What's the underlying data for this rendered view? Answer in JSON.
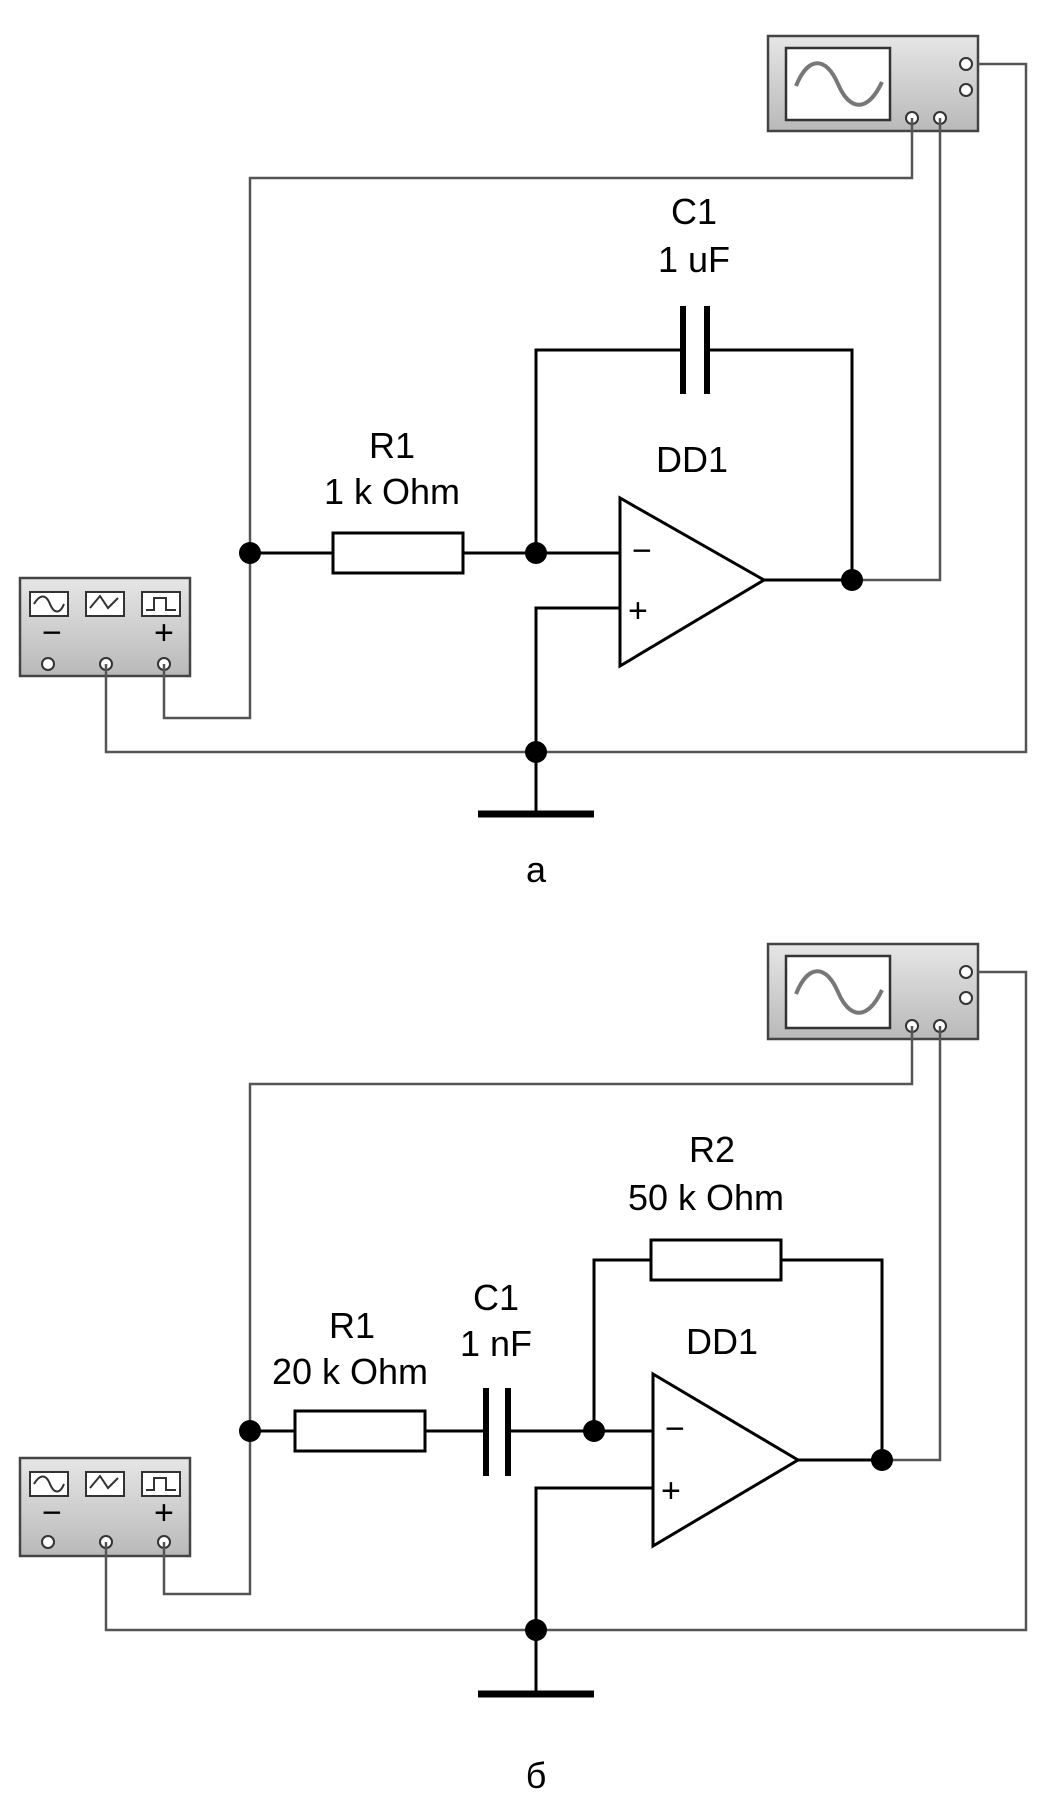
{
  "circuits": [
    {
      "caption": "а",
      "components": {
        "capacitor": {
          "name": "C1",
          "value": "1 uF"
        },
        "resistor": {
          "name": "R1",
          "value": "1 k Ohm"
        },
        "opamp": {
          "name": "DD1",
          "minus": "−",
          "plus": "+"
        }
      }
    },
    {
      "caption": "б",
      "components": {
        "feedback_resistor": {
          "name": "R2",
          "value": "50 k Ohm"
        },
        "resistor": {
          "name": "R1",
          "value": "20 k Ohm"
        },
        "capacitor": {
          "name": "C1",
          "value": "1 nF"
        },
        "opamp": {
          "name": "DD1",
          "minus": "−",
          "plus": "+"
        }
      }
    }
  ],
  "instruments": {
    "oscilloscope": "oscilloscope-icon",
    "function_generator": "function-generator-icon",
    "generator_terminals": [
      "−",
      "+"
    ]
  }
}
